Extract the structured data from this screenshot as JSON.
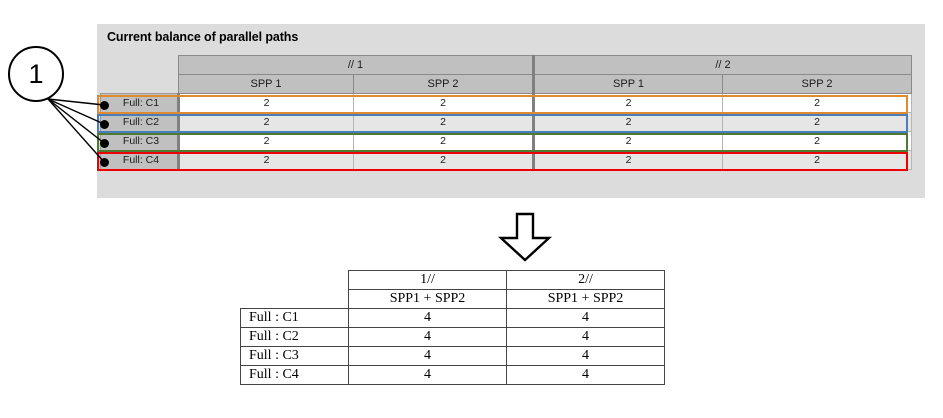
{
  "callout": {
    "number": "1",
    "target_rows": [
      "Full: C1",
      "Full: C2",
      "Full: C3",
      "Full: C4"
    ]
  },
  "top_panel": {
    "title": "Current balance of parallel paths",
    "background_color": "#dcdcdc",
    "table": {
      "corner_label": "",
      "group_headers": [
        {
          "label": "// 1",
          "span": 2
        },
        {
          "label": "// 2",
          "span": 2
        }
      ],
      "sub_headers": [
        "SPP 1",
        "SPP 2",
        "SPP 1",
        "SPP 2"
      ],
      "rows": [
        {
          "label": "Full: C1",
          "outline_color": "#e08a2e",
          "values": [
            "2",
            "2",
            "2",
            "2"
          ]
        },
        {
          "label": "Full: C2",
          "outline_color": "#4a7ebb",
          "values": [
            "2",
            "2",
            "2",
            "2"
          ]
        },
        {
          "label": "Full: C3",
          "outline_color": "#4f7a34",
          "values": [
            "2",
            "2",
            "2",
            "2"
          ]
        },
        {
          "label": "Full: C4",
          "outline_color": "#ee0000",
          "values": [
            "2",
            "2",
            "2",
            "2"
          ]
        }
      ]
    }
  },
  "arrow": {
    "icon": "down-block-arrow",
    "direction": "down"
  },
  "bottom_table": {
    "corner_label": "",
    "group_headers": [
      "1//",
      "2//"
    ],
    "sub_headers": [
      "SPP1 + SPP2",
      "SPP1 + SPP2"
    ],
    "rows": [
      {
        "label": "Full : C1",
        "values": [
          "4",
          "4"
        ]
      },
      {
        "label": "Full : C2",
        "values": [
          "4",
          "4"
        ]
      },
      {
        "label": "Full : C3",
        "values": [
          "4",
          "4"
        ]
      },
      {
        "label": "Full : C4",
        "values": [
          "4",
          "4"
        ]
      }
    ]
  }
}
